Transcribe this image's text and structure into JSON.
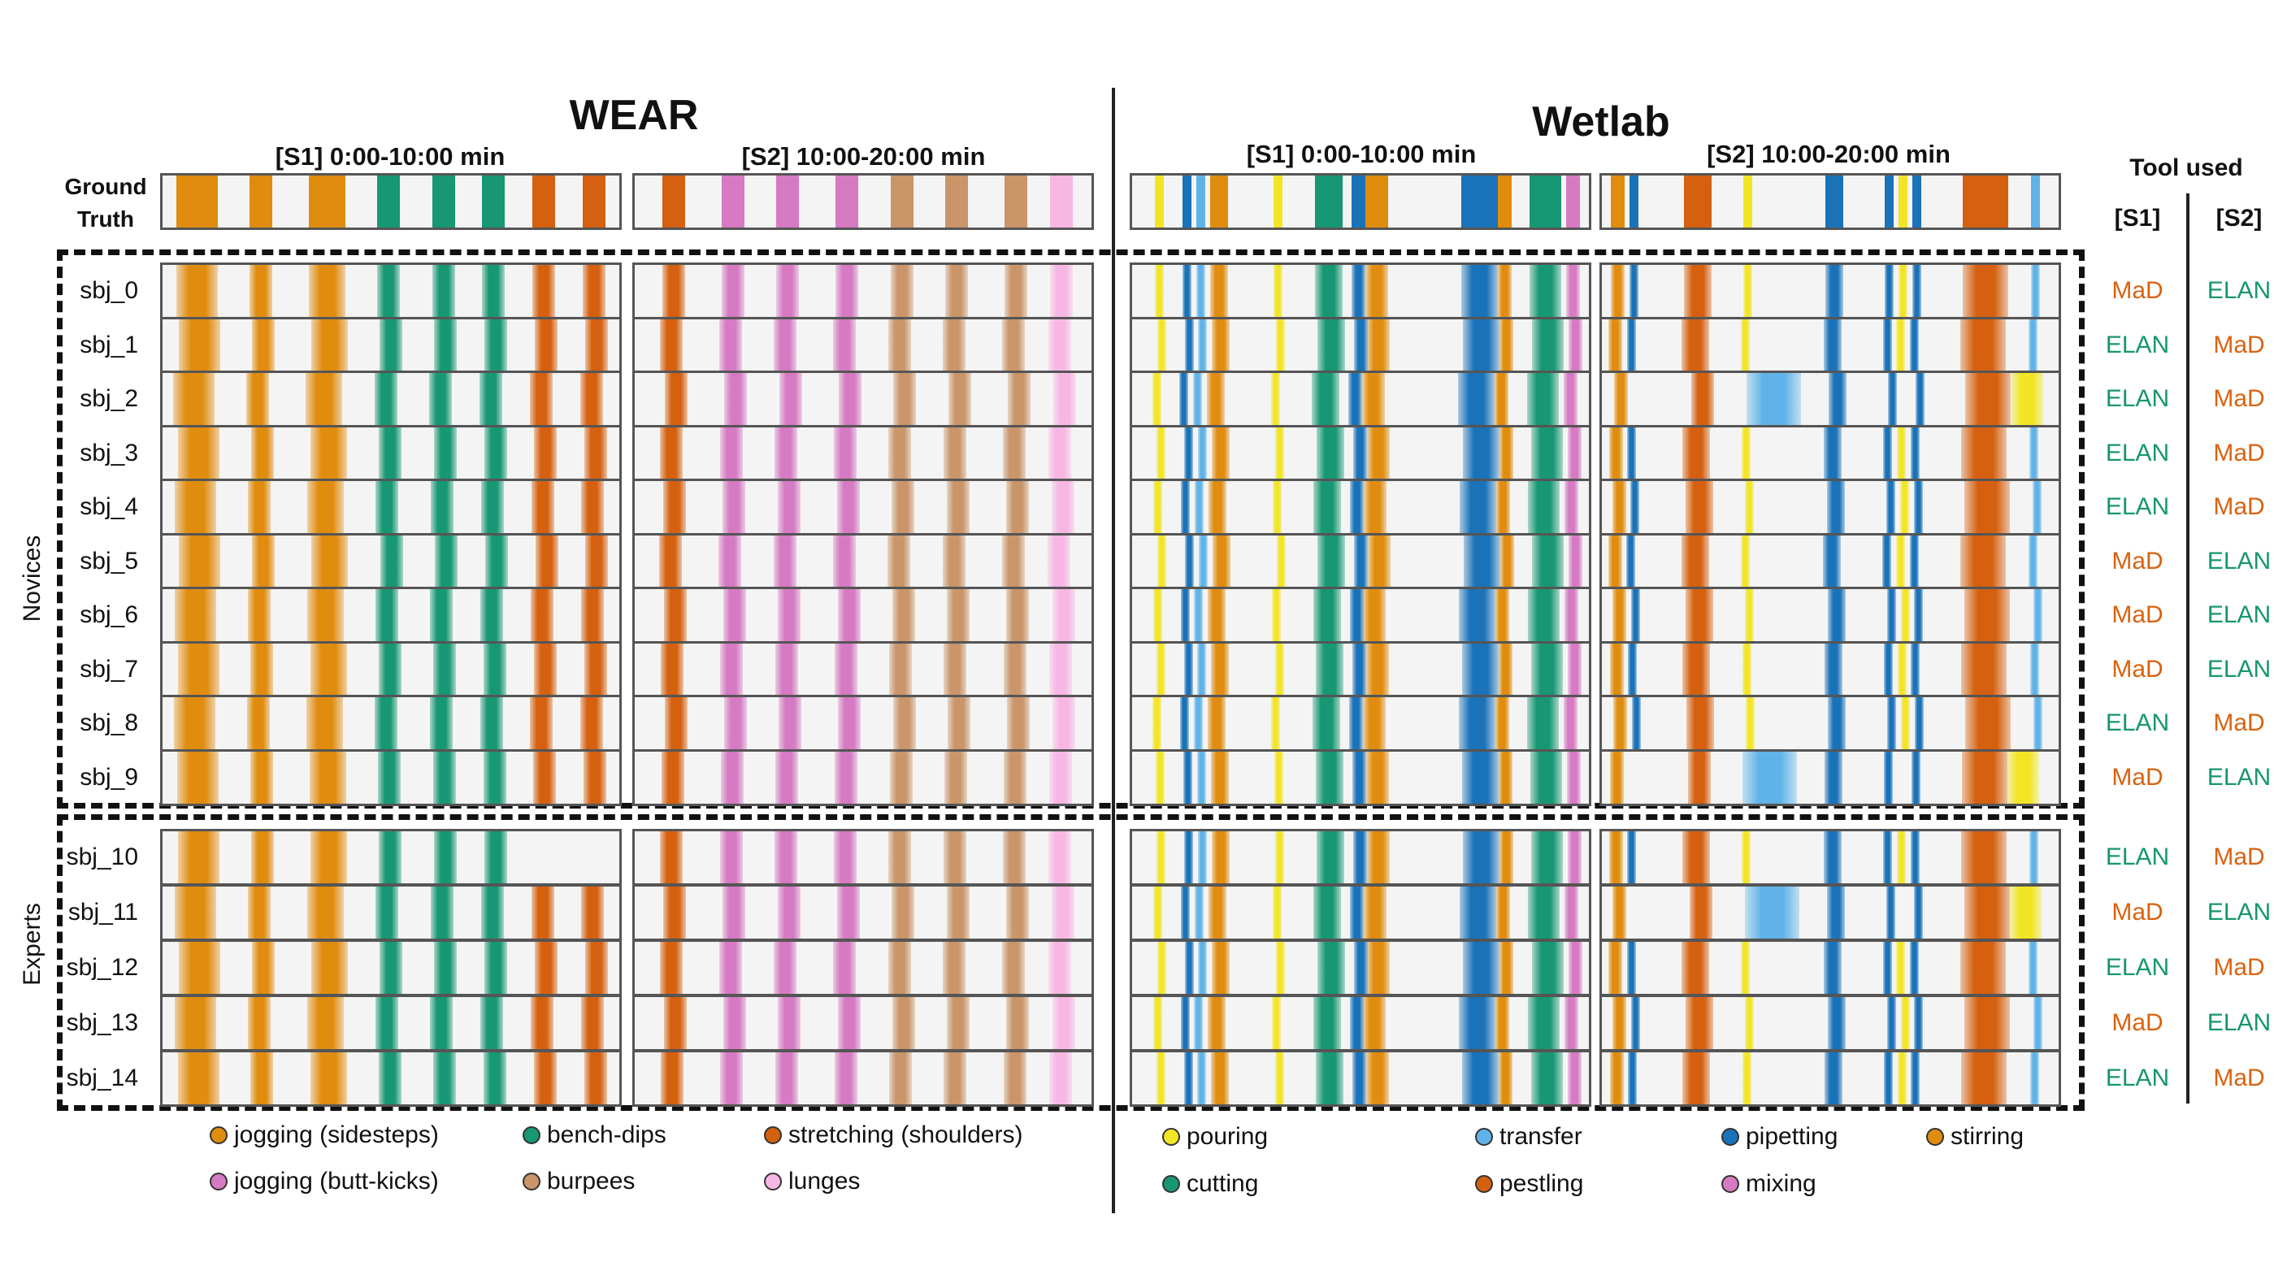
{
  "titles": {
    "wear": "WEAR",
    "wetlab": "Wetlab",
    "s1": "[S1] 0:00-10:00 min",
    "s2": "[S2] 10:00-20:00 min",
    "ground_truth": "Ground Truth",
    "tool_used": "Tool used",
    "tool_s1": "[S1]",
    "tool_s2": "[S2]"
  },
  "group_labels": {
    "novices": "Novices",
    "experts": "Experts"
  },
  "rows": [
    {
      "label": "sbj_0",
      "s1": "MaD",
      "s2": "ELAN"
    },
    {
      "label": "sbj_1",
      "s1": "ELAN",
      "s2": "MaD"
    },
    {
      "label": "sbj_2",
      "s1": "ELAN",
      "s2": "MaD"
    },
    {
      "label": "sbj_3",
      "s1": "ELAN",
      "s2": "MaD"
    },
    {
      "label": "sbj_4",
      "s1": "ELAN",
      "s2": "MaD"
    },
    {
      "label": "sbj_5",
      "s1": "MaD",
      "s2": "ELAN"
    },
    {
      "label": "sbj_6",
      "s1": "MaD",
      "s2": "ELAN"
    },
    {
      "label": "sbj_7",
      "s1": "MaD",
      "s2": "ELAN"
    },
    {
      "label": "sbj_8",
      "s1": "ELAN",
      "s2": "MaD"
    },
    {
      "label": "sbj_9",
      "s1": "MaD",
      "s2": "ELAN"
    },
    {
      "label": "sbj_10",
      "s1": "ELAN",
      "s2": "MaD"
    },
    {
      "label": "sbj_11",
      "s1": "MaD",
      "s2": "ELAN"
    },
    {
      "label": "sbj_12",
      "s1": "ELAN",
      "s2": "MaD"
    },
    {
      "label": "sbj_13",
      "s1": "MaD",
      "s2": "ELAN"
    },
    {
      "label": "sbj_14",
      "s1": "ELAN",
      "s2": "MaD"
    }
  ],
  "tool_colors": {
    "MaD": "#D9620F",
    "ELAN": "#16966E"
  },
  "wear_legend": [
    {
      "label": "jogging (sidesteps)",
      "color": "#E08C0E"
    },
    {
      "label": "bench-dips",
      "color": "#179773"
    },
    {
      "label": "stretching (shoulders)",
      "color": "#D5600F"
    },
    {
      "label": "jogging (butt-kicks)",
      "color": "#D57AC3"
    },
    {
      "label": "burpees",
      "color": "#C99569"
    },
    {
      "label": "lunges",
      "color": "#F7B7E4"
    }
  ],
  "wetlab_legend": [
    {
      "label": "pouring",
      "color": "#F2E526"
    },
    {
      "label": "transfer",
      "color": "#5FB3E8"
    },
    {
      "label": "pipetting",
      "color": "#1A72B8"
    },
    {
      "label": "stirring",
      "color": "#E08C0E"
    },
    {
      "label": "cutting",
      "color": "#179773"
    },
    {
      "label": "pestling",
      "color": "#D5600F"
    },
    {
      "label": "mixing",
      "color": "#D57AC3"
    }
  ],
  "activity_colors": {
    "jog_side": "#E08C0E",
    "bench": "#179773",
    "stretch": "#D5600F",
    "butt": "#D57AC3",
    "burpee": "#C99569",
    "lunge": "#F7B7E4",
    "pour": "#F2E526",
    "transfer": "#5FB3E8",
    "pipette": "#1A72B8",
    "stir": "#E08C0E",
    "cut": "#179773",
    "pestle": "#D5600F",
    "mix": "#D57AC3"
  },
  "annotations": {
    "wear_s1_full": [
      [
        "jog_side",
        0.03,
        0.12
      ],
      [
        "jog_side",
        0.19,
        0.24
      ],
      [
        "jog_side",
        0.32,
        0.4
      ],
      [
        "bench",
        0.47,
        0.52
      ],
      [
        "bench",
        0.59,
        0.64
      ],
      [
        "bench",
        0.7,
        0.75
      ],
      [
        "stretch",
        0.81,
        0.86
      ],
      [
        "stretch",
        0.92,
        0.97
      ]
    ],
    "wear_s1_noex": [
      [
        "jog_side",
        0.03,
        0.12
      ],
      [
        "jog_side",
        0.19,
        0.24
      ],
      [
        "jog_side",
        0.32,
        0.4
      ],
      [
        "bench",
        0.47,
        0.52
      ],
      [
        "bench",
        0.59,
        0.64
      ],
      [
        "bench",
        0.7,
        0.75
      ]
    ],
    "wear_s2": [
      [
        "stretch",
        0.06,
        0.11
      ],
      [
        "butt",
        0.19,
        0.24
      ],
      [
        "butt",
        0.31,
        0.36
      ],
      [
        "butt",
        0.44,
        0.49
      ],
      [
        "burpee",
        0.56,
        0.61
      ],
      [
        "burpee",
        0.68,
        0.73
      ],
      [
        "burpee",
        0.81,
        0.86
      ],
      [
        "lunge",
        0.91,
        0.96
      ]
    ],
    "wetlab_s1": [
      [
        "pour",
        0.05,
        0.07
      ],
      [
        "pipette",
        0.11,
        0.13
      ],
      [
        "transfer",
        0.14,
        0.16
      ],
      [
        "stir",
        0.17,
        0.21
      ],
      [
        "pour",
        0.31,
        0.33
      ],
      [
        "cut",
        0.4,
        0.46
      ],
      [
        "pipette",
        0.48,
        0.51
      ],
      [
        "stir",
        0.51,
        0.56
      ],
      [
        "pipette",
        0.72,
        0.8
      ],
      [
        "stir",
        0.8,
        0.83
      ],
      [
        "cut",
        0.87,
        0.94
      ],
      [
        "mix",
        0.95,
        0.98
      ]
    ],
    "wetlab_s2": [
      [
        "stir",
        0.02,
        0.05
      ],
      [
        "pipette",
        0.06,
        0.08
      ],
      [
        "pestle",
        0.18,
        0.24
      ],
      [
        "pour",
        0.31,
        0.33
      ],
      [
        "pipette",
        0.49,
        0.53
      ],
      [
        "pipette",
        0.62,
        0.64
      ],
      [
        "pour",
        0.65,
        0.67
      ],
      [
        "pipette",
        0.68,
        0.7
      ],
      [
        "pestle",
        0.79,
        0.89
      ],
      [
        "transfer",
        0.94,
        0.96
      ]
    ],
    "wetlab_s2_var": [
      [
        "stir",
        0.02,
        0.05
      ],
      [
        "pestle",
        0.19,
        0.24
      ],
      [
        "transfer",
        0.31,
        0.43
      ],
      [
        "pipette",
        0.49,
        0.53
      ],
      [
        "pipette",
        0.62,
        0.64
      ],
      [
        "pipette",
        0.68,
        0.7
      ],
      [
        "pestle",
        0.79,
        0.89
      ],
      [
        "pour",
        0.89,
        0.96
      ]
    ]
  }
}
